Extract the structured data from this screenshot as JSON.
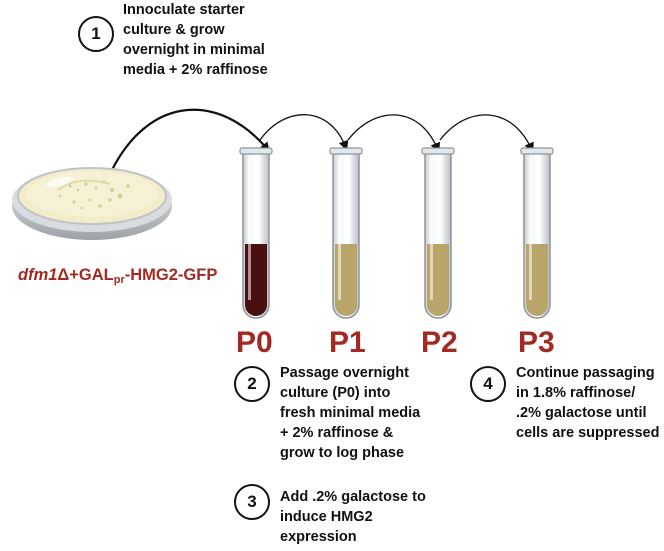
{
  "steps": {
    "s1": {
      "number": "1",
      "lines": [
        "Innoculate starter",
        "culture & grow",
        "overnight in minimal",
        "media + 2% raffinose"
      ]
    },
    "s2": {
      "number": "2",
      "lines": [
        "Passage overnight",
        "culture (P0) into",
        "fresh minimal media",
        "+ 2% raffinose &",
        "grow to log phase"
      ]
    },
    "s3": {
      "number": "3",
      "lines": [
        "Add .2% galactose to",
        "induce HMG2",
        "expression"
      ]
    },
    "s4": {
      "number": "4",
      "lines": [
        "Continue passaging",
        "in 1.8% raffinose/",
        ".2% galactose until",
        "cells are suppressed"
      ]
    }
  },
  "tubes": [
    {
      "label": "P0",
      "culture_color": "#4a1010"
    },
    {
      "label": "P1",
      "culture_color": "#b9a56a"
    },
    {
      "label": "P2",
      "culture_color": "#b9a56a"
    },
    {
      "label": "P3",
      "culture_color": "#b9a56a"
    }
  ],
  "strain": {
    "gene": "dfm1",
    "delta": "Δ",
    "plus_gal": "+GAL",
    "sub": "pr",
    "suffix": "-HMG2-GFP"
  },
  "colors": {
    "label_red": "#a32a22",
    "dark_culture": "#4a1010",
    "light_culture": "#b9a56a",
    "agar": "#f2ecc8"
  },
  "icons": [
    "petri-dish-icon",
    "test-tube-icon",
    "curved-arrow-icon"
  ]
}
